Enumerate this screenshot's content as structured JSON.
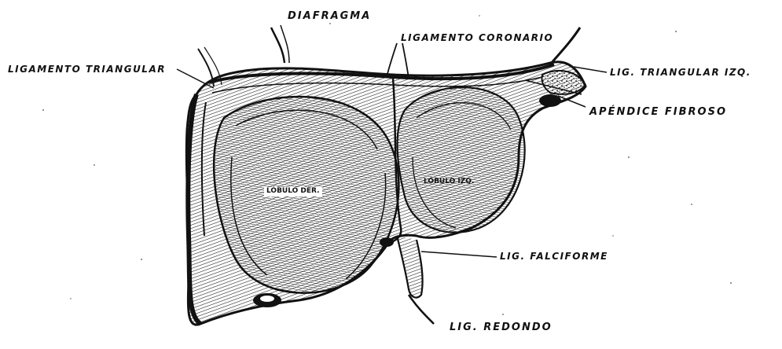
{
  "labels": {
    "diafragma": "DIAFRAGMA",
    "ligamento_coronario": "LIGAMENTO CORONARIO",
    "ligamento_triangular": "LIGAMENTO TRIANGULAR",
    "lig_triangular_izq": "LIG. TRIANGULAR IZQ.",
    "apendice_fibroso": "APÉNDICE FIBROSO",
    "lig_falciforme": "LIG. FALCIFORME",
    "lig_redondo": "LIG. REDONDO",
    "lobulo_der": "LÓBULO DER.",
    "lobulo_izq": "LÓBULO IZQ."
  },
  "colors": {
    "ink": "#111111",
    "paper": "#ffffff"
  }
}
